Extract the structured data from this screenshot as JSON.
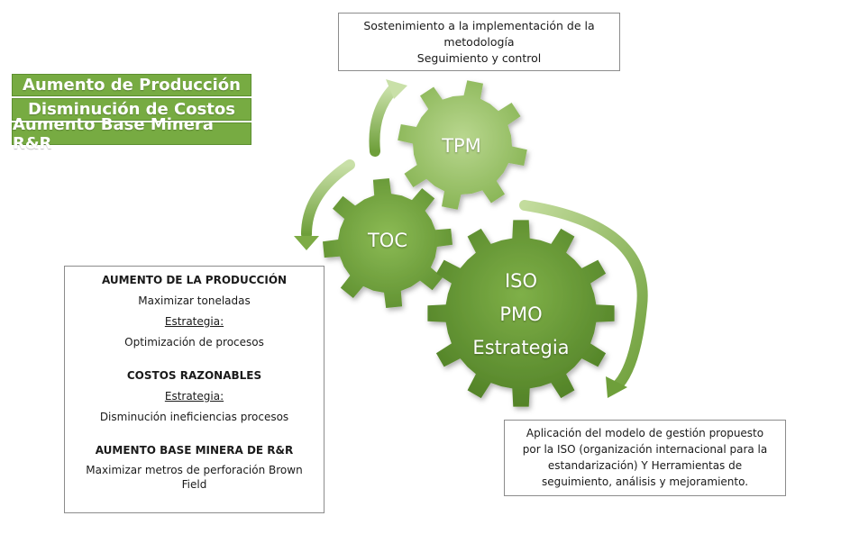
{
  "goals": [
    "Aumento de Producción",
    "Disminución de Costos",
    "Aumento Base Minera R&R"
  ],
  "top_box": {
    "line1": "Sostenimiento a la implementación de la",
    "line2": "metodología",
    "line3": "Seguimiento y control"
  },
  "gears": {
    "tpm": "TPM",
    "toc": "TOC",
    "big": [
      "ISO",
      "PMO",
      "Estrategia"
    ]
  },
  "left_box": {
    "sec1_title": "AUMENTO DE LA PRODUCCIÓN",
    "sec1_line": "Maximizar toneladas",
    "sec1_label": "Estrategia:",
    "sec1_strategy": "Optimización de procesos",
    "sec2_title": "COSTOS RAZONABLES",
    "sec2_label": "Estrategia:",
    "sec2_strategy": "Disminución  ineficiencias procesos",
    "sec3_title": "AUMENTO BASE MINERA DE R&R",
    "sec3_line1": "Maximizar metros de perforación Brown",
    "sec3_line2": "Field"
  },
  "right_box": {
    "line1": "Aplicación del modelo de gestión propuesto",
    "line2": "por la ISO (organización internacional para la",
    "line3": "estandarización) Y Herramientas de",
    "line4": "seguimiento, análisis y mejoramiento."
  },
  "colors": {
    "goal_bar": "#77ab42",
    "gear_light": "#a9cc7c",
    "gear_dark": "#5e8f2e"
  }
}
